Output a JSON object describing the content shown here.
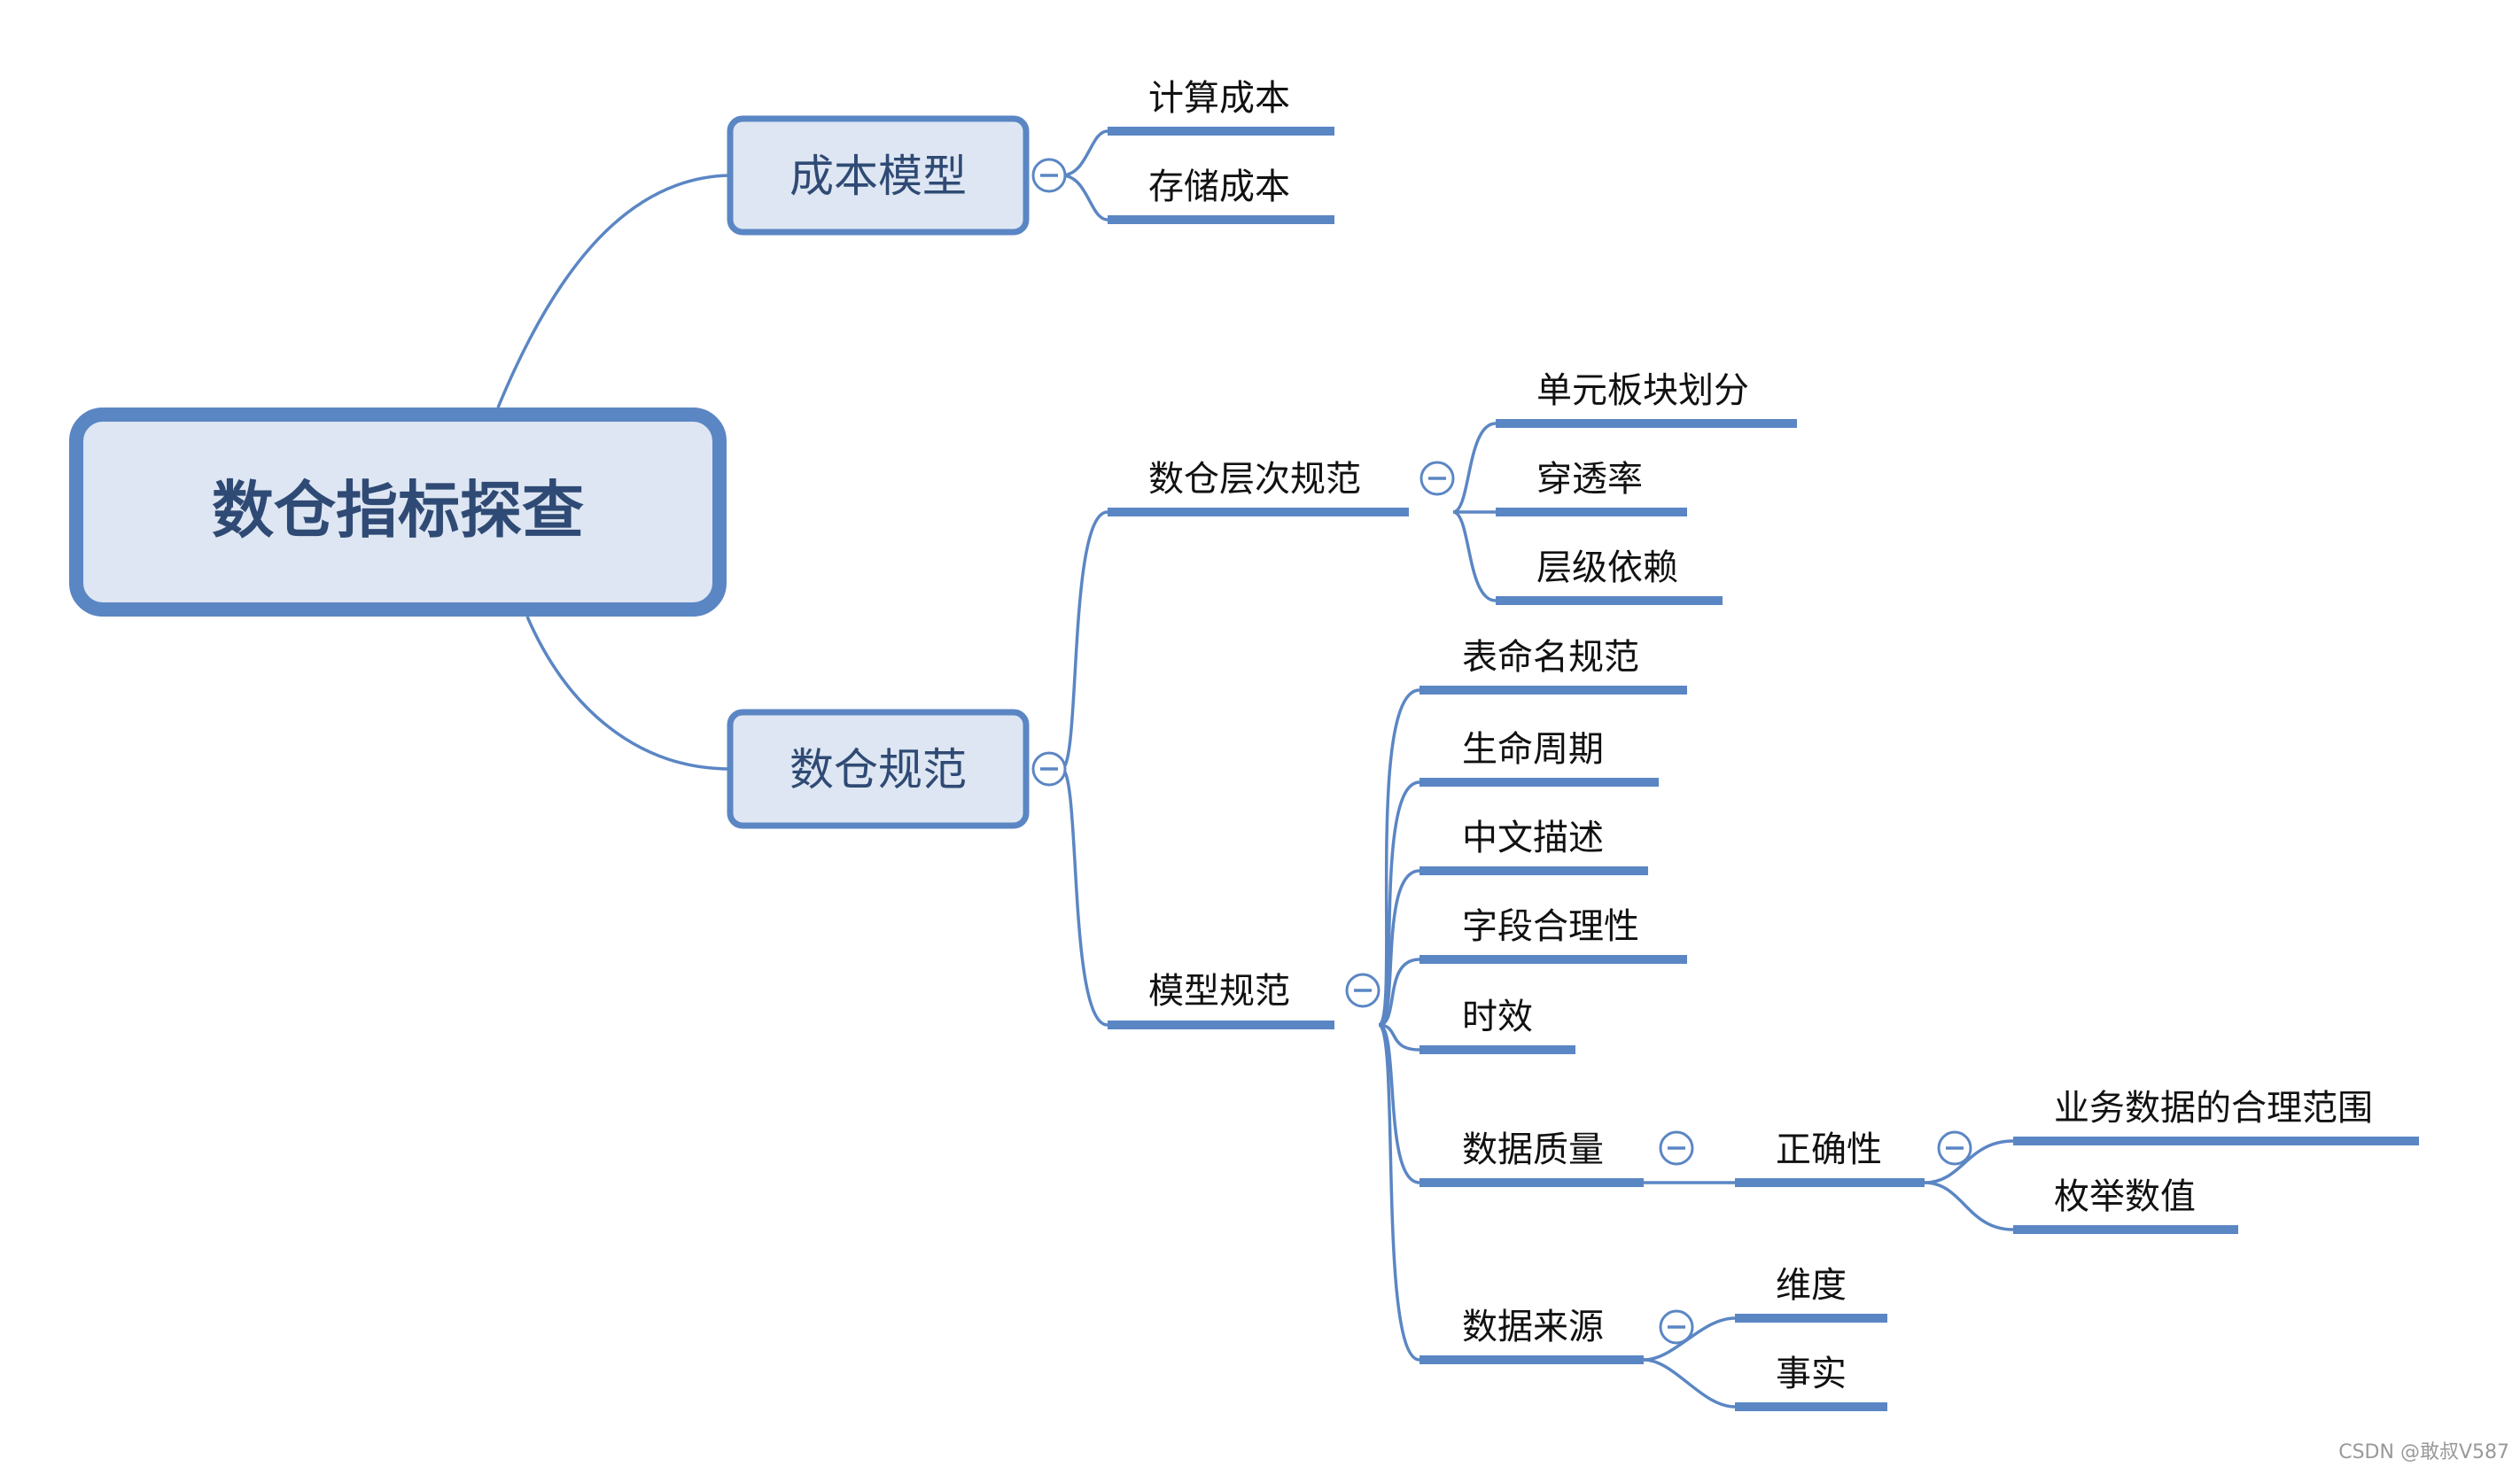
{
  "mindmap": {
    "root": "数仓指标探查",
    "branches": {
      "cost": {
        "label": "成本模型",
        "children": [
          "计算成本",
          "存储成本"
        ]
      },
      "spec": {
        "label": "数仓规范",
        "layer": {
          "label": "数仓层次规范",
          "children": [
            "单元板块划分",
            "穿透率",
            "层级依赖"
          ]
        },
        "model": {
          "label": "模型规范",
          "children": [
            "表命名规范",
            "生命周期",
            "中文描述",
            "字段合理性",
            "时效"
          ],
          "quality": {
            "label": "数据质量",
            "correctness": {
              "label": "正确性",
              "children": [
                "业务数据的合理范围",
                "枚举数值"
              ]
            }
          },
          "source": {
            "label": "数据来源",
            "children": [
              "维度",
              "事实"
            ]
          }
        }
      }
    }
  },
  "collapse_symbol": "⊖",
  "watermark": "CSDN @敢叔V587",
  "colors": {
    "accent": "#5b86c4",
    "box_fill": "#dde6f2",
    "title_text": "#2f4a74"
  }
}
